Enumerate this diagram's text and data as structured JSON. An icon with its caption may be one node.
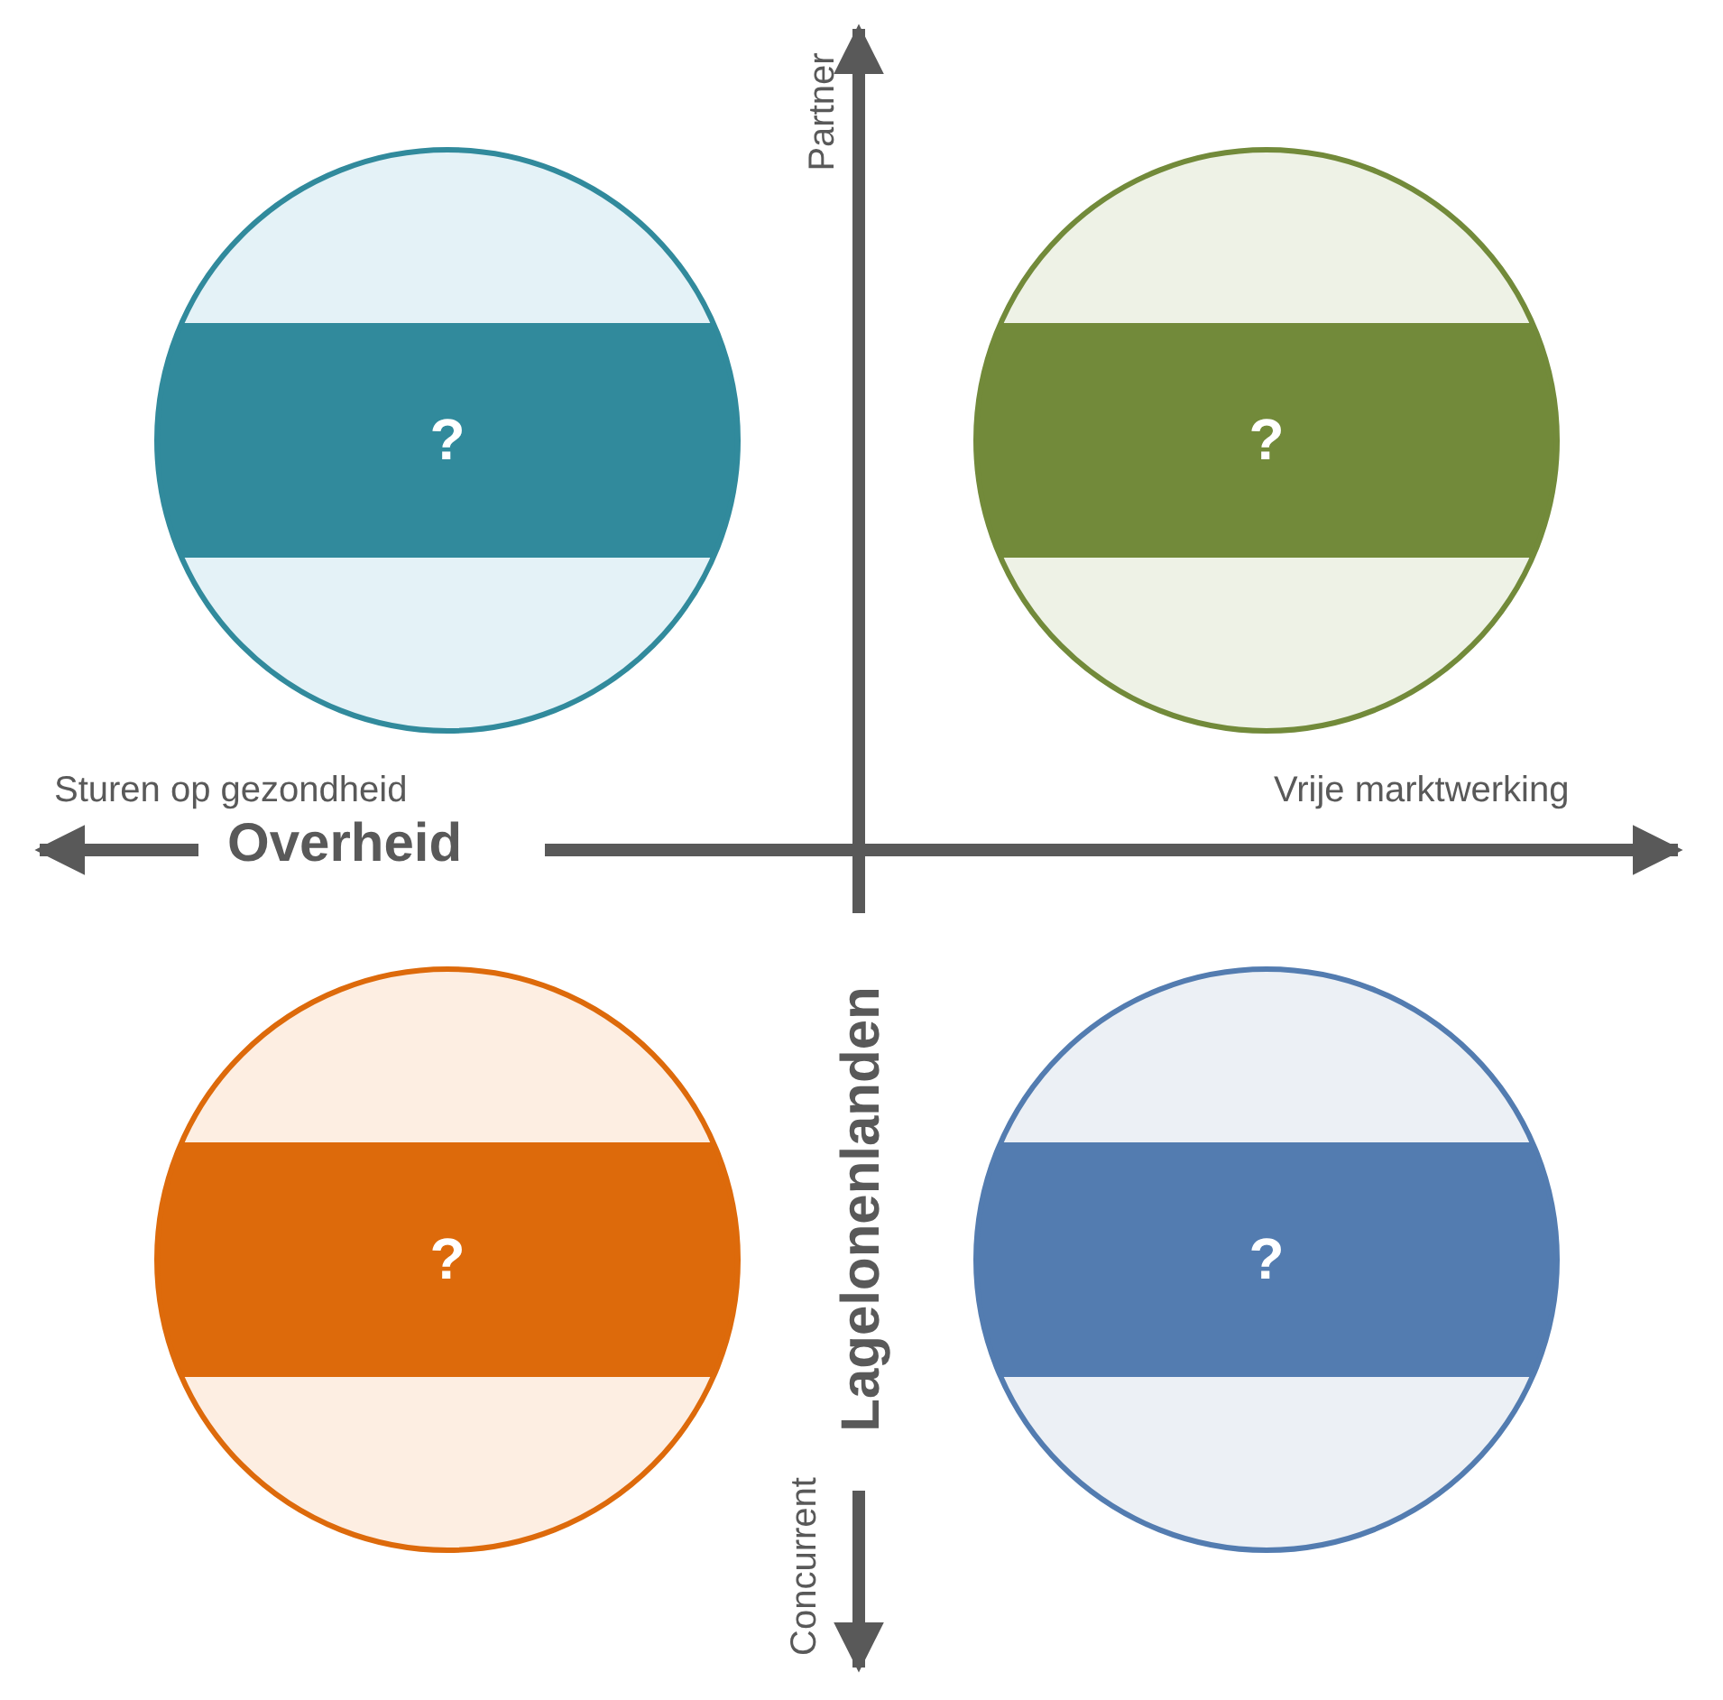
{
  "diagram": {
    "nodes": [
      {
        "text": [
          "?"
        ]
      },
      {
        "text": [
          "?"
        ]
      },
      {
        "text": [
          "?"
        ]
      },
      {
        "text": [
          "?"
        ]
      }
    ],
    "labels": [
      "Partner",
      "Sturen op gezondheid",
      "Overheid",
      "Vrije marktwerking",
      "Lagelonenlanden",
      "Concurrent"
    ]
  }
}
